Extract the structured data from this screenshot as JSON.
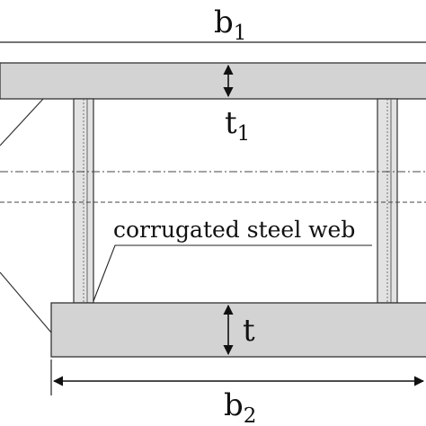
{
  "labels": {
    "b1": "b",
    "b1_sub": "1",
    "t1": "t",
    "t1_sub": "1",
    "t": "t",
    "b2": "b",
    "b2_sub": "2",
    "web": "corrugated steel web"
  },
  "colors": {
    "slab_fill": "#d3d3d3",
    "web_fill": "#e2e2e2",
    "line": "#333333",
    "text": "#111111"
  }
}
